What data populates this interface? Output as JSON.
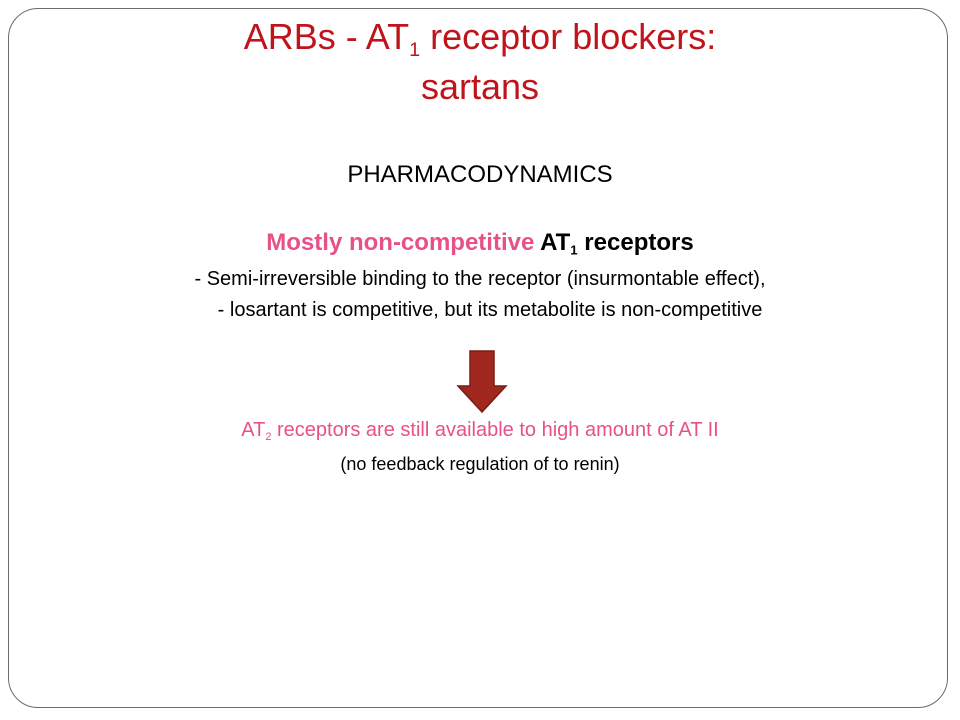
{
  "slide": {
    "title_prefix": "ARBs - AT",
    "title_sub": "1",
    "title_suffix": " receptor blockers:",
    "title_line2": "sartans",
    "section_heading": "PHARMACODYNAMICS",
    "mostly_pink": "Mostly non-competitive ",
    "mostly_at": "AT",
    "mostly_sub": "1",
    "mostly_suffix": " receptors",
    "bullet_1": "- Semi-irreversible binding to the receptor (insurmontable effect),",
    "bullet_2": "- losartant is competitive, but its metabolite is non-competitive",
    "at2_prefix": "AT",
    "at2_sub": "2",
    "at2_suffix": " receptors are still available to high amount of AT II",
    "feedback": "(no feedback regulation of to renin)",
    "arrow_icon": "down-arrow-icon",
    "colors": {
      "title": "#c0141c",
      "pink": "#e8508a",
      "arrow_fill": "#a0281e",
      "frame": "#6b6b6b"
    }
  }
}
